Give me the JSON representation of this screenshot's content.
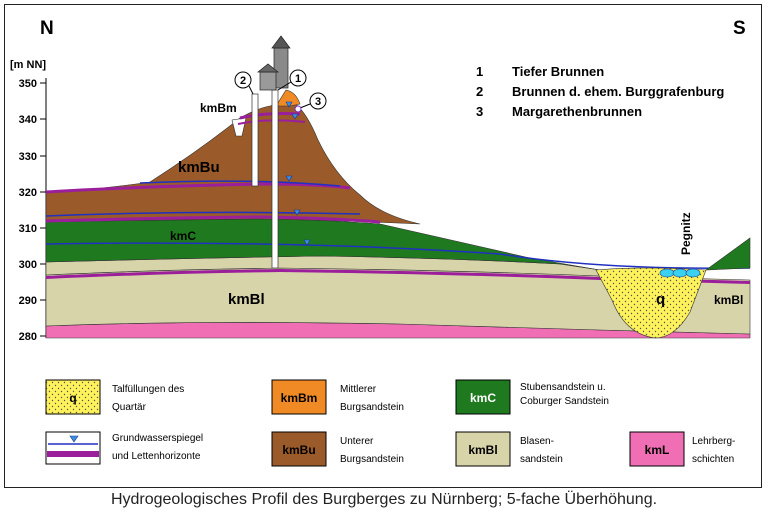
{
  "compass": {
    "north": "N",
    "south": "S"
  },
  "axis": {
    "unit": "[m NN]",
    "ticks": [
      "350",
      "340",
      "330",
      "320",
      "310",
      "300",
      "290",
      "280"
    ]
  },
  "wells": [
    {
      "num": "1",
      "name": "Tiefer Brunnen"
    },
    {
      "num": "2",
      "name": "Brunnen d. ehem. Burggrafenburg"
    },
    {
      "num": "3",
      "name": "Margarethenbrunnen"
    }
  ],
  "units_on_profile": {
    "kmBm": "kmBm",
    "kmBu": "kmBu",
    "kmC": "kmC",
    "kmBl_main": "kmBl",
    "kmBl_right": "kmBl",
    "q": "q",
    "river": "Pegnitz"
  },
  "legend": [
    {
      "code": "q",
      "label1": "Talfüllungen des",
      "label2": "Quartär",
      "color": "#fff25a"
    },
    {
      "code": "kmBm",
      "label1": "Mittlerer",
      "label2": "Burgsandstein",
      "color": "#f08a24"
    },
    {
      "code": "kmC",
      "label1": "Stubensandstein u.",
      "label2": "Coburger Sandstein",
      "color": "#1f7a1f"
    },
    {
      "code": "",
      "label1": "Grundwasserspiegel",
      "label2": "und Lettenhorizonte",
      "color": "#9b1f9b"
    },
    {
      "code": "kmBu",
      "label1": "Unterer",
      "label2": "Burgsandstein",
      "color": "#9a5a2a"
    },
    {
      "code": "kmBl",
      "label1": "Blasen-",
      "label2": "sandstein",
      "color": "#d8d4aa"
    },
    {
      "code": "kmL",
      "label1": "Lehrberg-",
      "label2": "schichten",
      "color": "#f06fb4"
    }
  ],
  "caption": "Hydrogeologisches Profil des Burgberges zu Nürnberg; 5-fache Überhöhung."
}
